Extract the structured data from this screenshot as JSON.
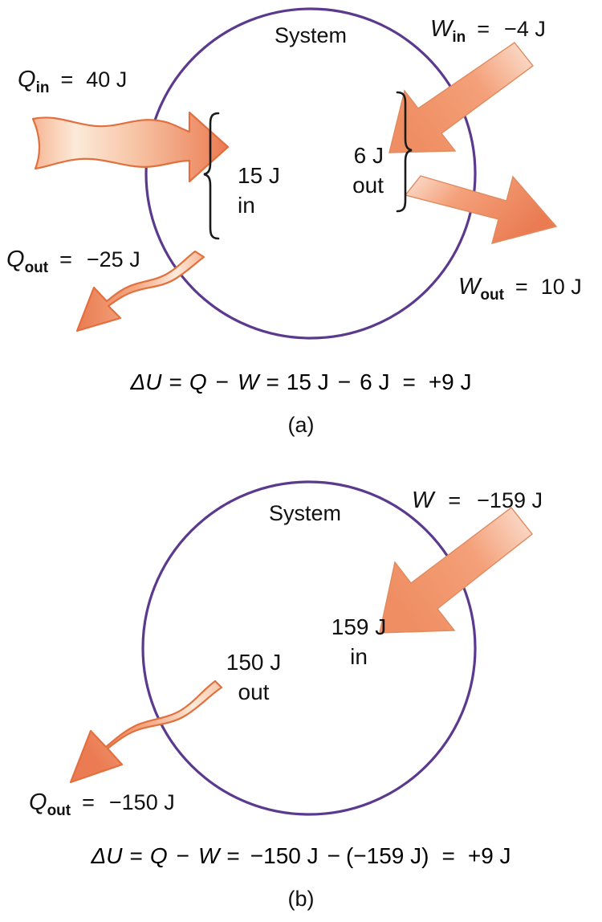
{
  "figure": {
    "title": "First law of thermodynamics energy flow diagrams",
    "background_color": "#ffffff",
    "circle_stroke_color": "#5b3a8e",
    "arrow_fill_light": "#fbe3d4",
    "arrow_fill_mid": "#f4a079",
    "arrow_fill_dark": "#ea7b52",
    "arrow_outline_color": "#e2703e",
    "text_color": "#111111"
  },
  "panel_a": {
    "letter": "(a)",
    "system_label": "System",
    "heat_in": {
      "var": "Q",
      "sub": "in",
      "equals": "=",
      "value": "40 J",
      "full": "Qin  =  40 J"
    },
    "heat_out": {
      "var": "Q",
      "sub": "out",
      "equals": "=",
      "value": "−25 J",
      "full": "Qout  =  −25 J"
    },
    "work_in": {
      "var": "W",
      "sub": "in",
      "equals": "=",
      "value": "−4 J",
      "full": "Win  =  −4 J"
    },
    "work_out": {
      "var": "W",
      "sub": "out",
      "equals": "=",
      "value": "10 J",
      "full": "Wout  =  10 J"
    },
    "net_heat": {
      "line1": "15 J",
      "line2": "in"
    },
    "net_work": {
      "line1": "6 J",
      "line2": "out"
    },
    "equation": {
      "delta_u": "ΔU",
      "eq1": "=",
      "q": "Q",
      "minus1": "−",
      "w": "W",
      "eq2": "=",
      "q_val": "15 J",
      "minus2": "−",
      "w_val": "6 J",
      "eq3": "=",
      "result": "+9 J",
      "full": "ΔU = Q − W = 15 J − 6 J  =  +9 J"
    }
  },
  "panel_b": {
    "letter": "(b)",
    "system_label": "System",
    "heat_out": {
      "var": "Q",
      "sub": "out",
      "equals": "=",
      "value": "−150 J",
      "full": "Qout  =  −150 J"
    },
    "work": {
      "var": "W",
      "sub": "",
      "equals": "=",
      "value": "−159 J",
      "full": "W  =  −159 J"
    },
    "net_heat": {
      "line1": "150 J",
      "line2": "out"
    },
    "net_work": {
      "line1": "159 J",
      "line2": "in"
    },
    "equation": {
      "delta_u": "ΔU",
      "eq1": "=",
      "q": "Q",
      "minus1": "−",
      "w": "W",
      "eq2": "=",
      "q_val": "−150 J",
      "minus2": "−",
      "w_val": "(−159 J)",
      "eq3": "=",
      "result": "+9 J",
      "full": "ΔU = Q − W =  −150 J − (−159 J)  =  +9 J"
    }
  },
  "chart_data": {
    "type": "diagram",
    "title": "First Law of Thermodynamics: energy balance for a system",
    "panels": [
      {
        "id": "a",
        "label": "(a)",
        "system_label": "System",
        "flows": [
          {
            "name": "Q_in",
            "symbol": "Qin",
            "value": 40,
            "unit": "J",
            "direction": "in",
            "kind": "heat"
          },
          {
            "name": "Q_out",
            "symbol": "Qout",
            "value": -25,
            "unit": "J",
            "direction": "out",
            "kind": "heat"
          },
          {
            "name": "W_in",
            "symbol": "Win",
            "value": -4,
            "unit": "J",
            "direction": "in",
            "kind": "work"
          },
          {
            "name": "W_out",
            "symbol": "Wout",
            "value": 10,
            "unit": "J",
            "direction": "out",
            "kind": "work"
          }
        ],
        "net_heat": {
          "value": 15,
          "unit": "J",
          "direction": "in"
        },
        "net_work": {
          "value": 6,
          "unit": "J",
          "direction": "out"
        },
        "delta_u": {
          "value": 9,
          "unit": "J",
          "expression": "ΔU = Q − W = 15 J − 6 J = +9 J"
        }
      },
      {
        "id": "b",
        "label": "(b)",
        "system_label": "System",
        "flows": [
          {
            "name": "Q_out",
            "symbol": "Qout",
            "value": -150,
            "unit": "J",
            "direction": "out",
            "kind": "heat"
          },
          {
            "name": "W",
            "symbol": "W",
            "value": -159,
            "unit": "J",
            "direction": "in",
            "kind": "work"
          }
        ],
        "net_heat": {
          "value": 150,
          "unit": "J",
          "direction": "out"
        },
        "net_work": {
          "value": 159,
          "unit": "J",
          "direction": "in"
        },
        "delta_u": {
          "value": 9,
          "unit": "J",
          "expression": "ΔU = Q − W = −150 J − (−159 J) = +9 J"
        }
      }
    ]
  }
}
